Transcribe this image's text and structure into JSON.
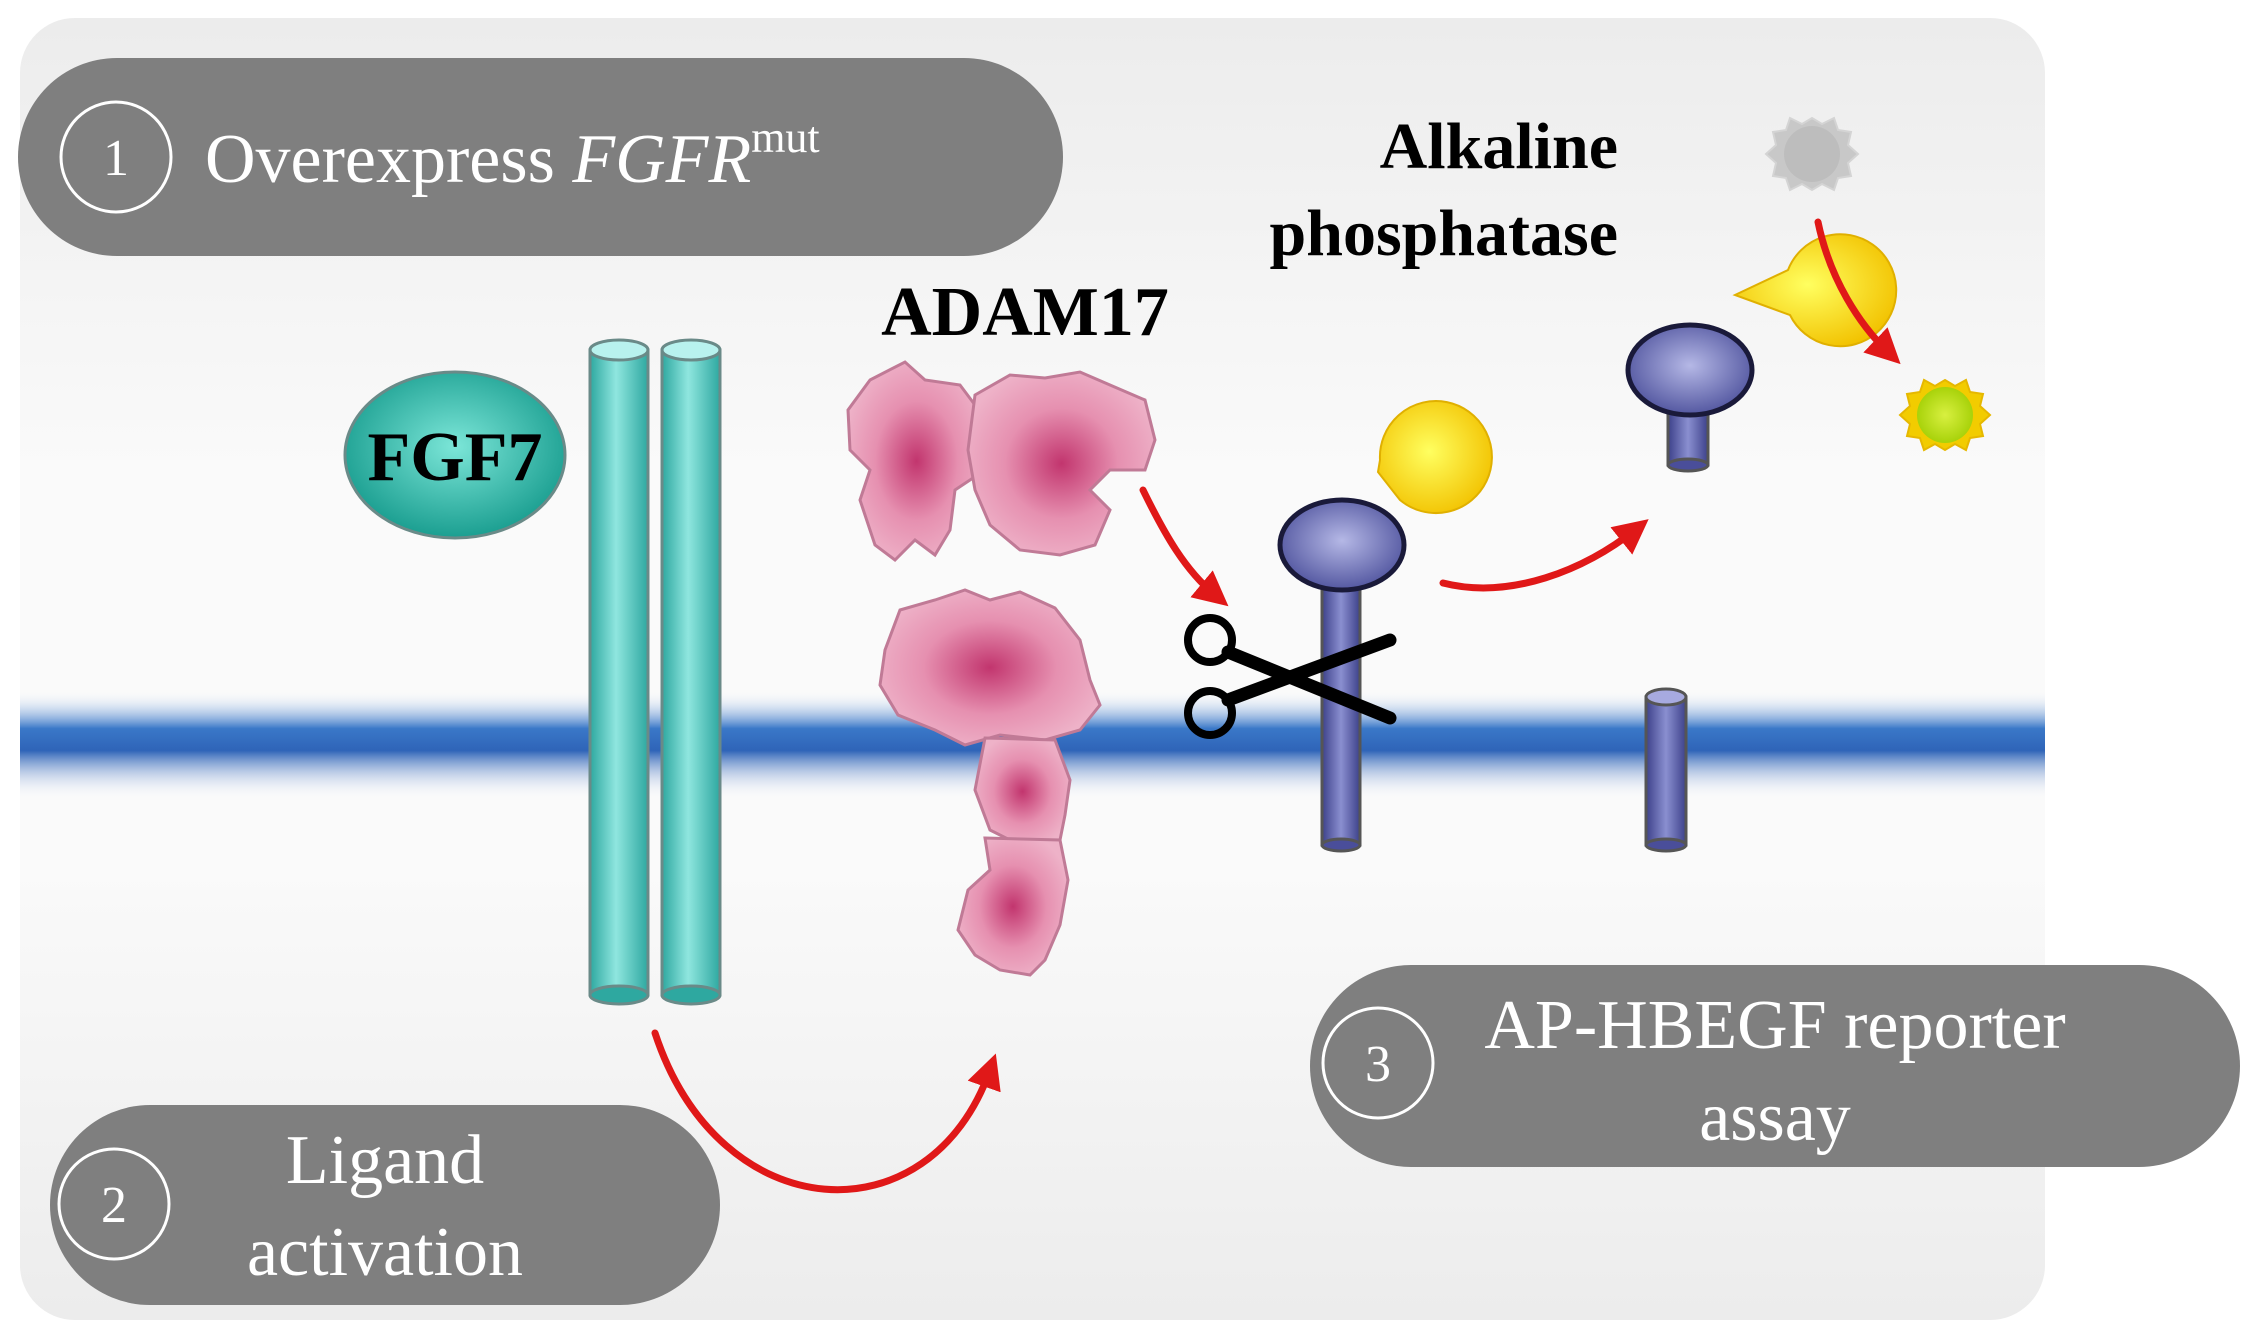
{
  "steps": [
    {
      "number": "1",
      "label_prefix": "Overexpress ",
      "label_italic": "FGFR",
      "label_superscript": "mut"
    },
    {
      "number": "2",
      "line1": "Ligand",
      "line2": "activation"
    },
    {
      "number": "3",
      "line1": "AP-HBEGF reporter",
      "line2": "assay"
    }
  ],
  "labels": {
    "fgf7": "FGF7",
    "adam17": "ADAM17",
    "alkaline_line1": "Alkaline",
    "alkaline_line2": "phosphatase"
  },
  "colors": {
    "pill": "#7f7f7f",
    "membrane": "#3a78c8",
    "receptor": "#46c8c0",
    "adam17": "#d9668f",
    "reporter": "#5a5fa8",
    "enzyme": "#ffd700",
    "arrow": "#e01818",
    "product_active": "#c8e620",
    "product_inactive": "#bdbdbd"
  },
  "icons": [
    "scissors-icon"
  ]
}
